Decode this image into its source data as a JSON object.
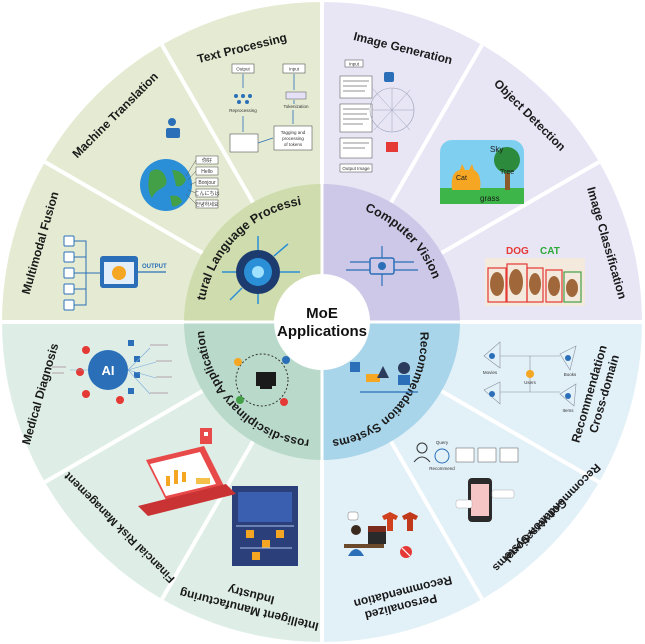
{
  "center": {
    "line1": "MoE",
    "line2": "Applications"
  },
  "domains": [
    {
      "name": "Natural Language Processing",
      "color": "#dfe8c8",
      "inner": "#c9d9a8"
    },
    {
      "name": "Computer Vision",
      "color": "#e4e0f3",
      "inner": "#c9c3e6"
    },
    {
      "name": "Recommendation Systems",
      "color": "#dcedf7",
      "inner": "#a9d4ea"
    },
    {
      "name": "Cross-disciplinary Applications",
      "color": "#d9ece4",
      "inner": "#b6d8c8"
    }
  ],
  "segments": {
    "text_processing": "Text Processing",
    "machine_translation": "Machine Translation",
    "multimodal_fusion": "Multimodal Fusion",
    "image_generation": "Image Generation",
    "object_detection": "Object Detection",
    "image_classification": "Image Classification",
    "cross_domain_1": "Cross-domain",
    "cross_domain_2": "Recommendation",
    "conv_rec_1": "Conversational",
    "conv_rec_2": "Recommendation Systems",
    "personalized_1": "Personalized",
    "personalized_2": "Recommendation",
    "manufacturing_1": "Intelligent Manufacturing",
    "manufacturing_2": "Industry",
    "financial": "Financial Risk Management",
    "medical": "Medical Diagnosis"
  },
  "illustrations": {
    "text": {
      "output": "Output",
      "input": "Input",
      "tokenization": "Tokenization",
      "reprocessing": "Reprocessing",
      "tagging": "Tagging and",
      "processing": "processing",
      "tokens": "of tokens"
    },
    "translation": {
      "words": [
        "你好",
        "Hello",
        "Bonjour",
        "こんにちは",
        "안녕하세요"
      ]
    },
    "fusion": {
      "output": "OUTPUT"
    },
    "generation": {
      "input": "Input",
      "output": "Output Image"
    },
    "detection": {
      "sky": "Sky",
      "tree": "Tree",
      "cat": "Cat",
      "grass": "grass"
    },
    "classification": {
      "dog": "DOG",
      "cat": "CAT"
    },
    "crossdomain": {
      "n1": "Movies",
      "n2": "Books",
      "n3": "Users",
      "n4": "Items"
    },
    "conversational": {
      "q1": "Query",
      "q2": "Recommend"
    },
    "medical": {
      "ai": "AI"
    }
  },
  "colors": {
    "dog_box": "#e53935",
    "cat_box": "#43a047",
    "dog_label": "#e53935",
    "cat_label": "#2eaa3a"
  }
}
